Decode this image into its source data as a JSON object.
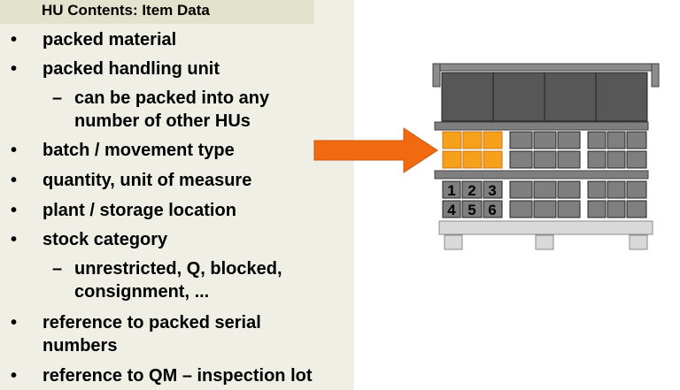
{
  "title": "HU Contents: Item Data",
  "bullet_symbol": "•",
  "dash_symbol": "–",
  "bullets": [
    {
      "text": "packed material"
    },
    {
      "text": "packed handling unit"
    },
    {
      "sub": true,
      "text": "can be packed into any",
      "cont": "number of other HUs"
    },
    {
      "text": "batch / movement type"
    },
    {
      "text": "quantity, unit of measure"
    },
    {
      "text": "plant / storage location"
    },
    {
      "text": "stock category"
    },
    {
      "sub": true,
      "text": "unrestricted, Q, blocked,",
      "cont": "consignment, ..."
    },
    {
      "text": "reference to packed serial",
      "cont": "numbers"
    },
    {
      "text": "reference to QM – inspection lot"
    }
  ],
  "box_numbers": [
    "1",
    "2",
    "3",
    "4",
    "5",
    "6"
  ],
  "colors": {
    "panel_bg": "#efefe6",
    "title_bg": "#e3e2cd",
    "arrow": "#f26a0f",
    "highlight_box": "#f7a11a",
    "box_gray": "#7f7f7f",
    "dark_box": "#575757",
    "pallet": "#d9d9d9"
  }
}
